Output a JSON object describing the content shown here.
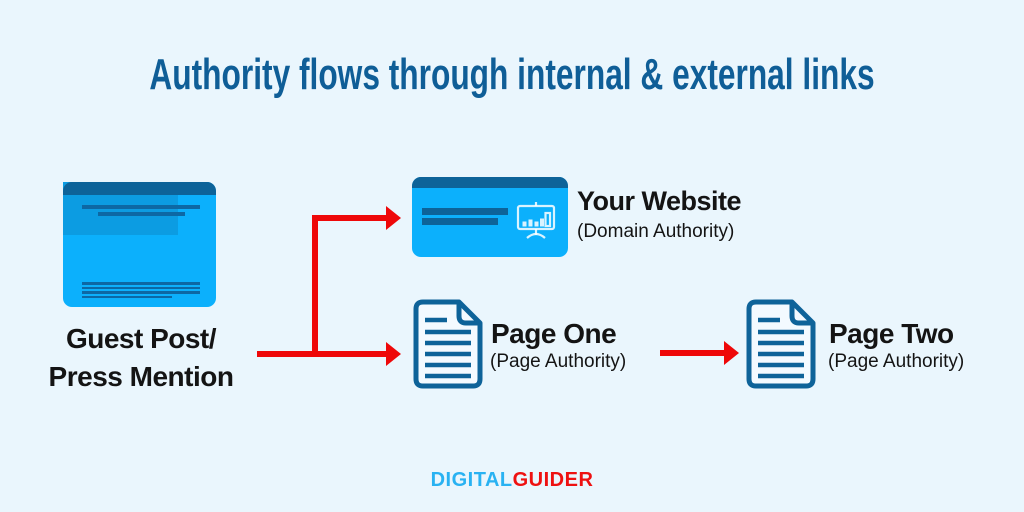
{
  "title": "Authority flows through internal & external links",
  "diagram": {
    "source": {
      "icon": "browser-window-icon",
      "label_line1": "Guest Post/",
      "label_line2": "Press Mention"
    },
    "website": {
      "icon": "website-card-chart-icon",
      "title": "Your Website",
      "subtitle": "(Domain Authority)"
    },
    "page_one": {
      "icon": "document-icon",
      "title": "Page One",
      "subtitle": "(Page Authority)"
    },
    "page_two": {
      "icon": "document-icon",
      "title": "Page Two",
      "subtitle": "(Page Authority)"
    },
    "connections": [
      {
        "from": "source",
        "to": "website",
        "style": "red-arrow"
      },
      {
        "from": "source",
        "to": "page_one",
        "style": "red-arrow"
      },
      {
        "from": "page_one",
        "to": "page_two",
        "style": "red-arrow"
      }
    ]
  },
  "logo": {
    "part1": "DIGITAL",
    "part2": "GUIDER"
  },
  "colors": {
    "background": "#eaf6fd",
    "title_blue": "#0f5e97",
    "icon_bright_blue": "#0cb0fc",
    "icon_dark_blue": "#0d6399",
    "icon_mid_blue": "#0c9ce2",
    "doc_outline_blue": "#0e6399",
    "arrow_red": "#ee0809",
    "logo_blue": "#29b2f2",
    "logo_red": "#ee1111",
    "text_black": "#141414"
  }
}
